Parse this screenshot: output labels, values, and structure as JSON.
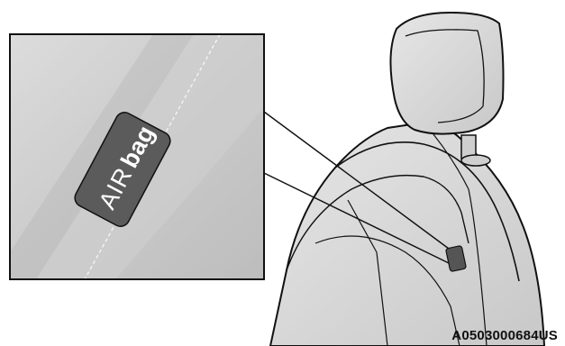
{
  "figure": {
    "code": "A0503000684US",
    "label": {
      "prefix": "AIR",
      "suffix": "bag"
    }
  },
  "colors": {
    "panel_light": "#d6d6d6",
    "panel_dark": "#b8b8b8",
    "label_fill": "#5c5c5c",
    "seat_fill": "#d9d9d9",
    "outline": "#111111"
  }
}
